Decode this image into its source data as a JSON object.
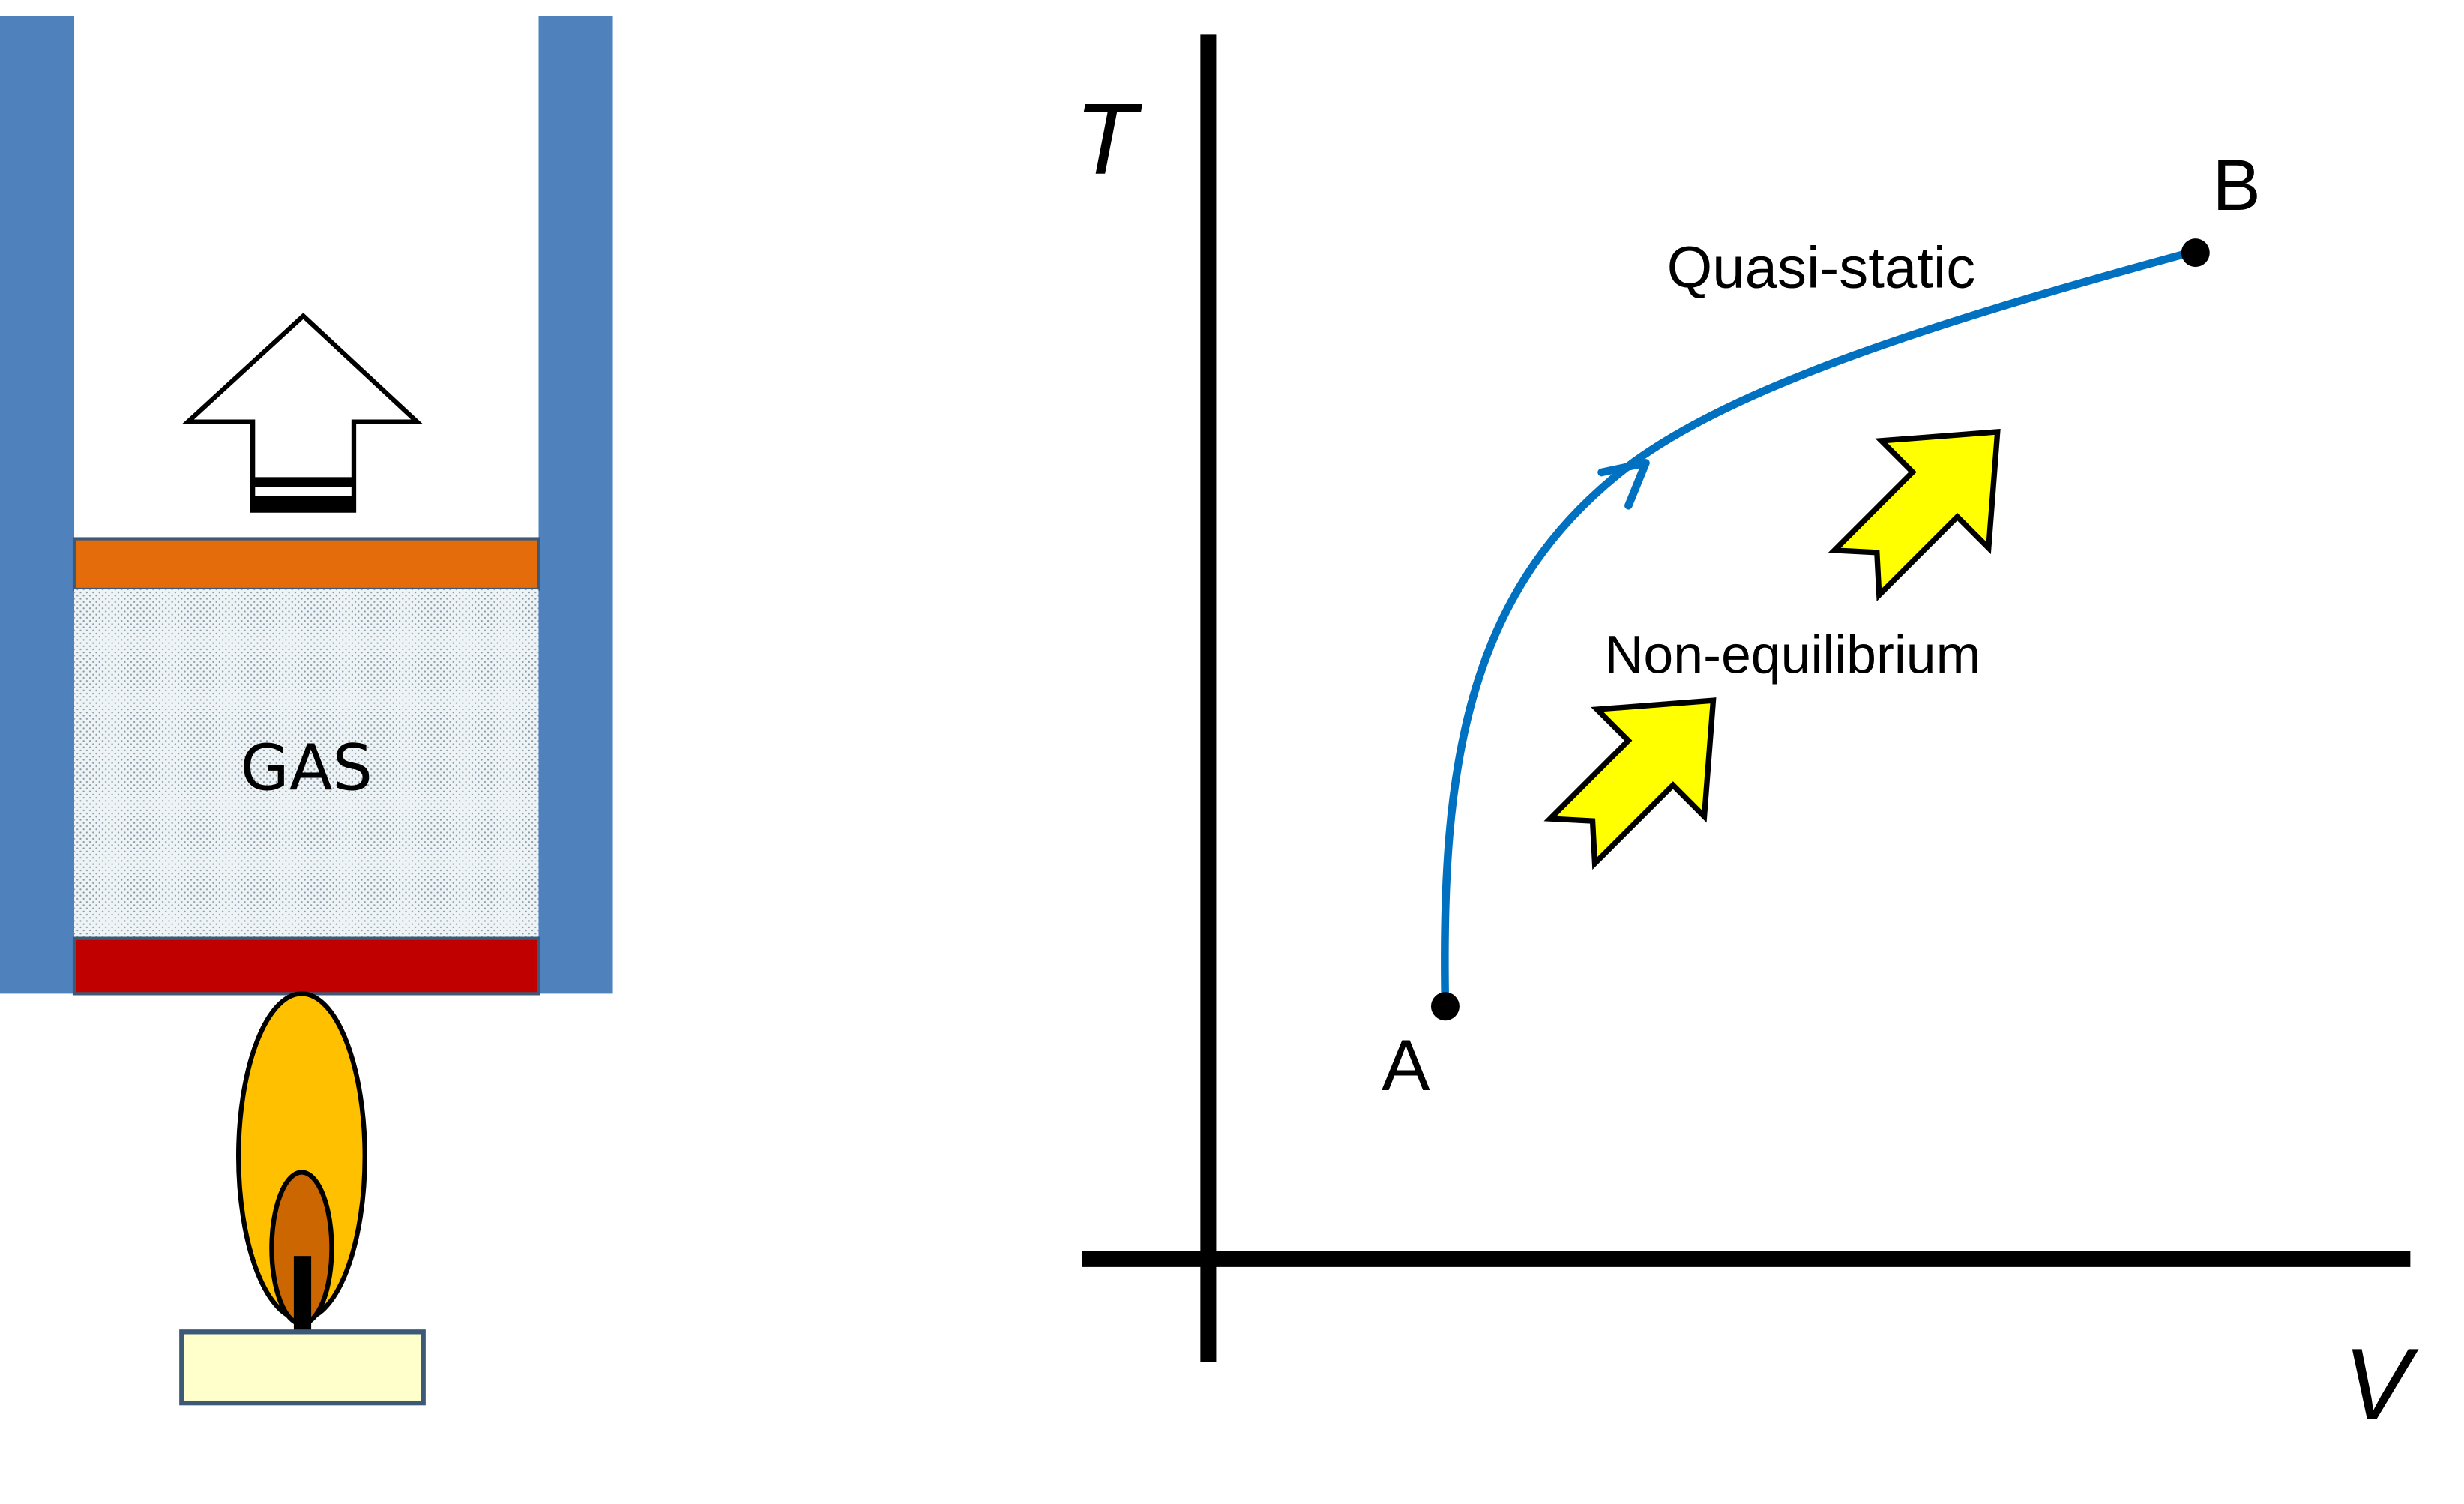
{
  "piston_diagram": {
    "gas_label": "GAS",
    "colors": {
      "cylinder_wall": "#4f81bd",
      "piston": "#e46c0a",
      "heated_base": "#c00000",
      "gas_fill": "#eef3f6",
      "flame_outer": "#ffc000",
      "flame_inner": "#cc6600",
      "burner": "#ffffcc"
    }
  },
  "tv_diagram": {
    "y_axis_label": "T",
    "x_axis_label": "V",
    "point_a_label": "A",
    "point_b_label": "B",
    "path_label": "Quasi-static",
    "arrows_label": "Non-equilibrium",
    "colors": {
      "path": "#0070c0",
      "arrow_fill": "#ffff00",
      "axes": "#000000"
    }
  }
}
